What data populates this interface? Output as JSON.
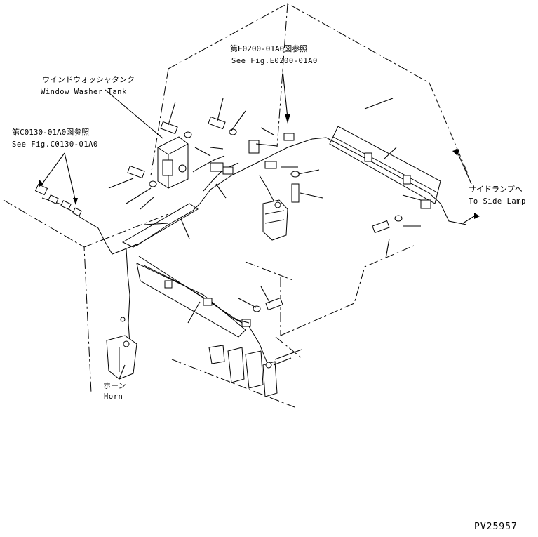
{
  "labels": {
    "ref_e0200_jp": "第E0200-01A0図参照",
    "ref_e0200_en": "See Fig.E0200-01A0",
    "washer_tank_jp": "ウインドウォッシャタンク",
    "washer_tank_en": "Window Washer Tank",
    "ref_c0130_jp": "第C0130-01A0図参照",
    "ref_c0130_en": "See Fig.C0130-01A0",
    "side_lamp_jp": "サイドランプへ",
    "side_lamp_en": "To Side Lamp",
    "horn_jp": "ホーン",
    "horn_en": "Horn",
    "drawing_no": "PV25957"
  }
}
